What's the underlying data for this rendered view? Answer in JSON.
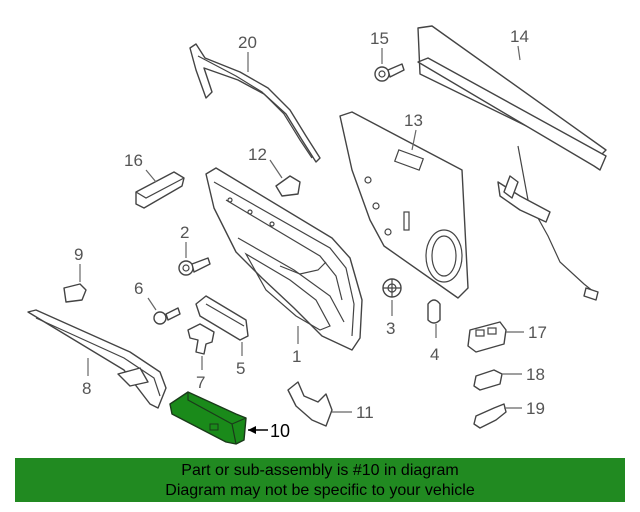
{
  "labels": {
    "p1": "1",
    "p2": "2",
    "p3": "3",
    "p4": "4",
    "p5": "5",
    "p6": "6",
    "p7": "7",
    "p8": "8",
    "p9": "9",
    "p10": "10",
    "p11": "11",
    "p12": "12",
    "p13": "13",
    "p14": "14",
    "p15": "15",
    "p16": "16",
    "p17": "17",
    "p18": "18",
    "p19": "19",
    "p20": "20"
  },
  "banner": {
    "line1": "Part or sub-assembly is #10 in diagram",
    "line2": "Diagram may not be specific to your vehicle"
  },
  "colors": {
    "highlight": "#1a8a1a",
    "banner": "#218a21"
  }
}
